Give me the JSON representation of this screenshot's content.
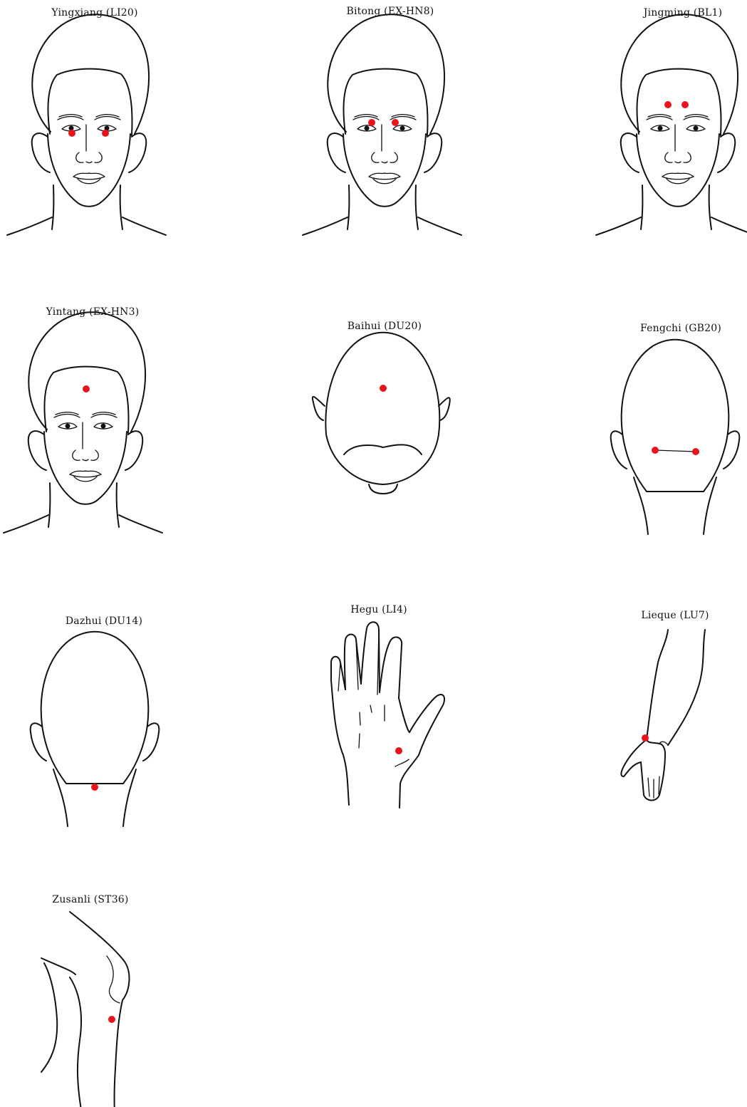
{
  "point_color": "#e8141b",
  "acupoints": [
    {
      "label": "Yingxiang (LI20)",
      "figure": "face-icon"
    },
    {
      "label": "Bitong (EX-HN8)",
      "figure": "face-icon"
    },
    {
      "label": "Jingming (BL1)",
      "figure": "face-icon"
    },
    {
      "label": "Yintang (EX-HN3)",
      "figure": "face-icon"
    },
    {
      "label": "Baihui (DU20)",
      "figure": "head-top-icon"
    },
    {
      "label": "Fengchi (GB20)",
      "figure": "head-back-icon"
    },
    {
      "label": "Dazhui (DU14)",
      "figure": "head-back-icon"
    },
    {
      "label": "Hegu (LI4)",
      "figure": "hand-icon"
    },
    {
      "label": "Lieque (LU7)",
      "figure": "forearm-icon"
    },
    {
      "label": "Zusanli (ST36)",
      "figure": "leg-icon"
    }
  ]
}
